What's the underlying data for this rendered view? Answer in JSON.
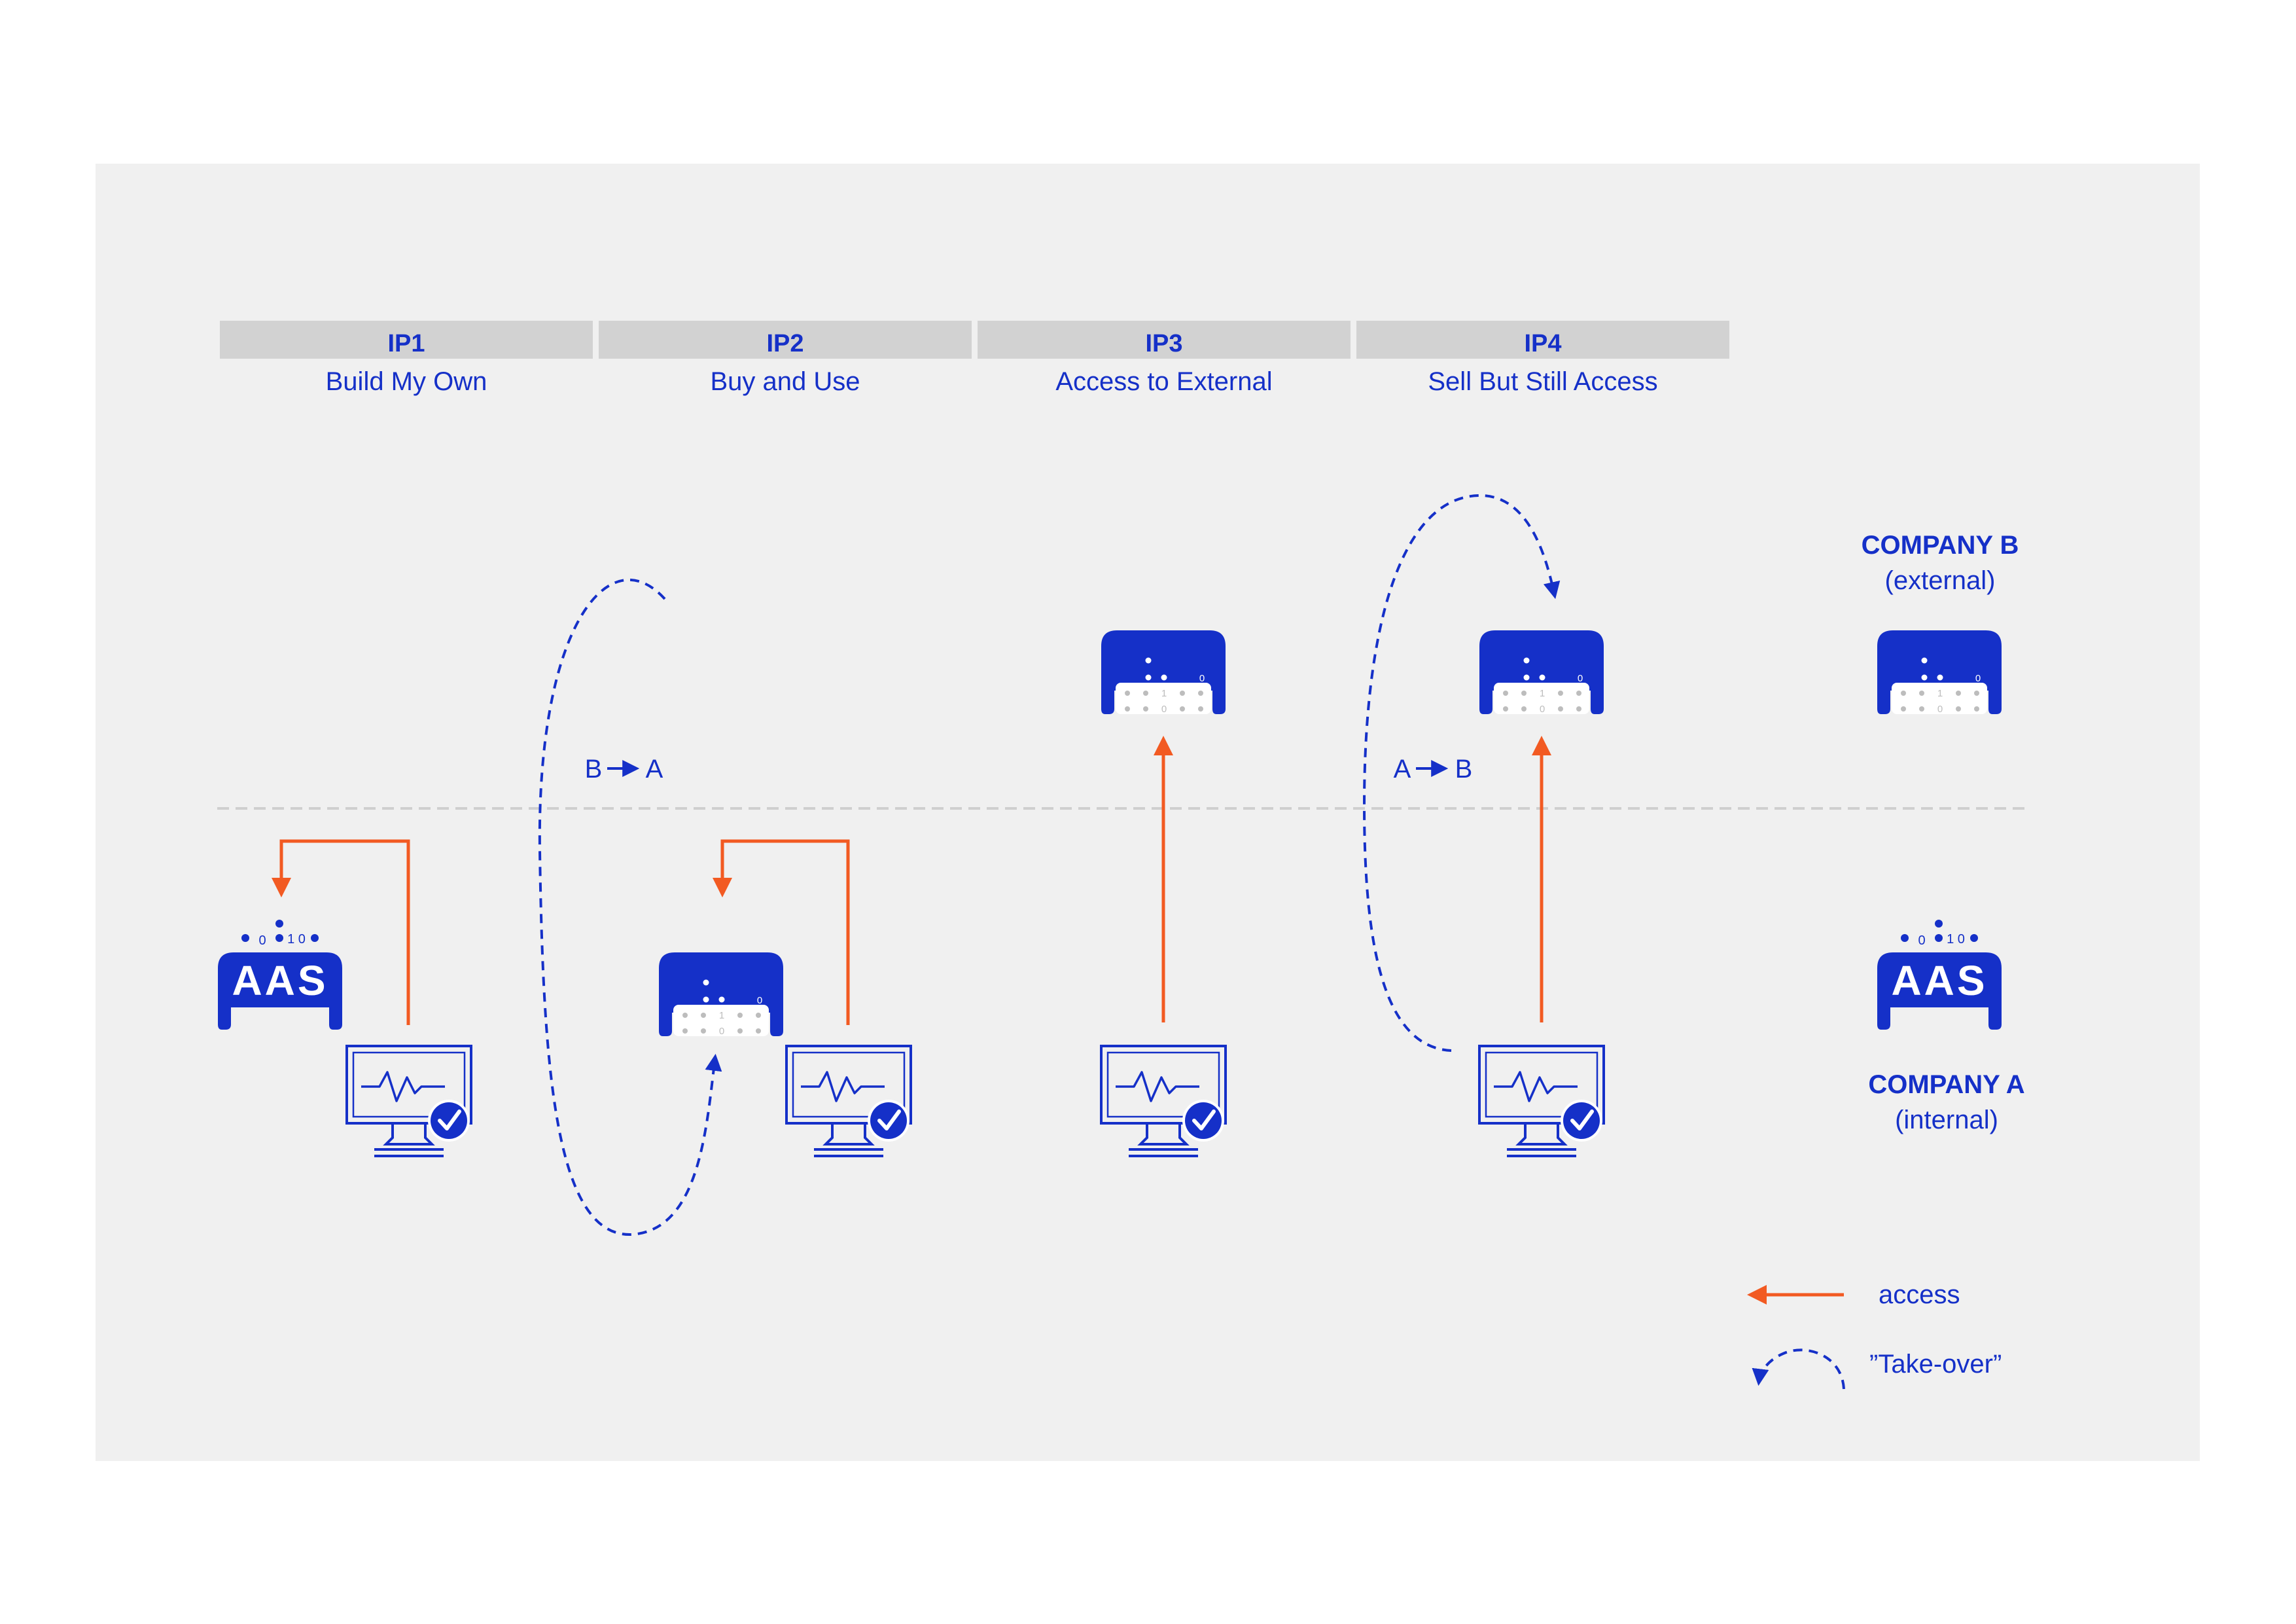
{
  "colors": {
    "panel": "#f0f0f0",
    "header_bar": "#d2d2d2",
    "blue": "#1530c8",
    "orange": "#f25a22"
  },
  "columns": [
    {
      "code": "IP1",
      "title": "Build My Own"
    },
    {
      "code": "IP2",
      "title": "Buy and Use"
    },
    {
      "code": "IP3",
      "title": "Access to External"
    },
    {
      "code": "IP4",
      "title": "Sell But Still Access"
    }
  ],
  "companies": {
    "b": {
      "name": "COMPANY B",
      "sub": "(external)"
    },
    "a": {
      "name": "COMPANY A",
      "sub": "(internal)"
    }
  },
  "aas_label": "AAS",
  "aas_bits": {
    "top": "0",
    "row": "1 0"
  },
  "transfers": {
    "ip2": {
      "from": "B",
      "to": "A"
    },
    "ip4": {
      "from": "A",
      "to": "B"
    }
  },
  "legend": {
    "access": "access",
    "takeover": "”Take-over”"
  },
  "icons": {
    "aas_shell": "aas-shell-icon",
    "asset": "asset-shell-icon",
    "monitor": "monitor-check-icon",
    "arrow": "arrow-icon"
  }
}
